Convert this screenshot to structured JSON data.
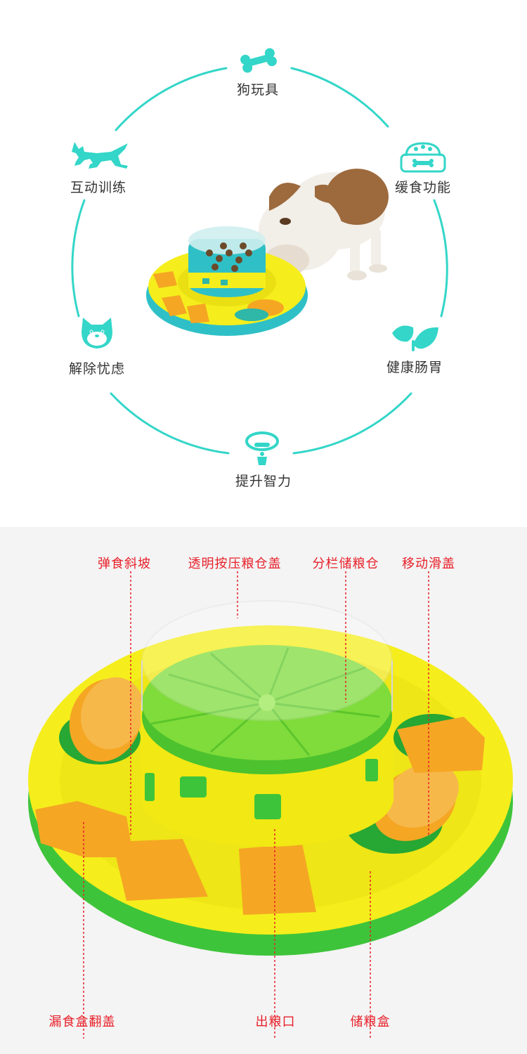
{
  "features": [
    {
      "label": "狗玩具",
      "icon": "bone-icon"
    },
    {
      "label": "缓食功能",
      "icon": "food-bowl-icon"
    },
    {
      "label": "健康肠胃",
      "icon": "leaf-icon"
    },
    {
      "label": "提升智力",
      "icon": "dog-collar-icon"
    },
    {
      "label": "解除忧虑",
      "icon": "shiba-face-icon"
    },
    {
      "label": "互动训练",
      "icon": "running-dog-icon"
    }
  ],
  "parts": {
    "top": [
      "弹食斜坡",
      "透明按压粮仓盖",
      "分栏储粮仓",
      "移动滑盖"
    ],
    "bottom": [
      "漏食盒翻盖",
      "出粮口",
      "储粮盒"
    ]
  },
  "colors": {
    "accent": "#33d6c8",
    "label_red": "#e8202a",
    "toy_yellow": "#f5ee1c",
    "toy_green": "#3ec43a",
    "toy_orange": "#f5a623"
  }
}
